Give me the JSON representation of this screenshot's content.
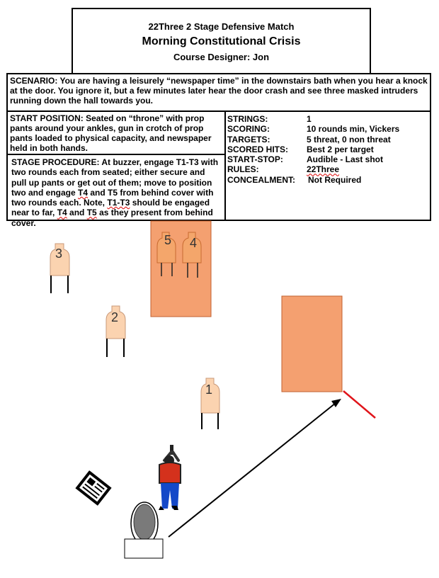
{
  "header": {
    "match_title": "22Three 2 Stage Defensive Match",
    "stage_name": "Morning Constitutional Crisis",
    "designer": "Course Designer:  Jon"
  },
  "scenario": {
    "label": "SCENARIO:",
    "text": "You are having a leisurely “newspaper time” in the downstairs bath when you hear a knock at the door.  You ignore it, but a few minutes later hear the door crash and see three masked intruders running down the hall towards you."
  },
  "start_position": {
    "label": "START POSITION:",
    "text": "Seated on “throne” with prop pants around your ankles, gun in crotch of prop pants loaded to physical capacity, and newspaper held in both hands."
  },
  "procedure": {
    "label": "STAGE PROCEDURE:",
    "p1": "At buzzer, engage ",
    "t13a": "T1-T3",
    "p2": " with two rounds each from seated; either secure and pull up pants or get out of them; move to position two and engage ",
    "t4a": "T4",
    "p3": " and ",
    "t5a": "T5",
    "p4": "  from behind cover with two rounds each.  Note, ",
    "t13b": "T1-T3",
    "p5": " should be engaged near to far, ",
    "t4b": "T4",
    "p6": " and ",
    "t5b": "T5",
    "p7": " as they present from behind cover."
  },
  "specs": {
    "strings_label": "STRINGS:",
    "strings_value": "1",
    "scoring_label": "SCORING:",
    "scoring_value": "10 rounds min, Vickers",
    "targets_label": "TARGETS:",
    "targets_value": "5 threat, 0 non threat",
    "scored_label": "SCORED HITS:",
    "scored_value": "Best 2 per target",
    "startstop_label": "START-STOP:",
    "startstop_value": "Audible - Last shot",
    "rules_label": "RULES:",
    "rules_value": "22Three",
    "concealment_label": "CONCEALMENT:",
    "concealment_value": "Not Required"
  },
  "targets": {
    "t1": "1",
    "t2": "2",
    "t3": "3",
    "t4": "4",
    "t5": "5"
  },
  "colors": {
    "target_fill": "#fbd3b0",
    "target_orange": "#f4a66b",
    "cover_fill": "#f4a070",
    "fault_line": "#e0141a",
    "shirt": "#d4311c",
    "pants": "#1448c8"
  },
  "icons": [
    "newspaper-icon",
    "toilet-icon",
    "shooter-figure"
  ]
}
